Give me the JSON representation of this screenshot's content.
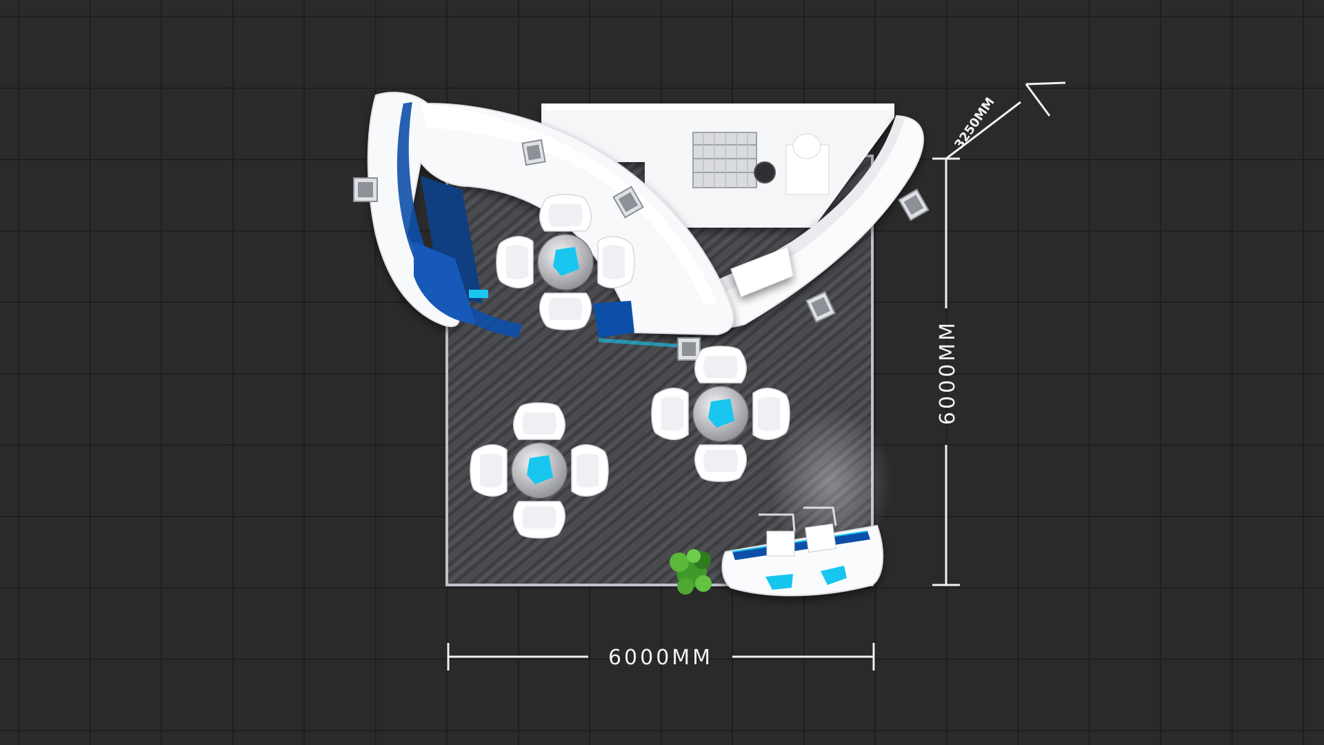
{
  "dimensions": {
    "width_label": "6000MM",
    "depth_label": "6000MM",
    "height_label": "3250MM"
  },
  "colors": {
    "background": "#2a2a2b",
    "grid_line": "#1b1b1c",
    "floor": "#4a4b4f",
    "wall_white": "#f7f8fa",
    "accent_blue": "#0d4fa8",
    "accent_cyan": "#19c6f0",
    "plant_green": "#3f9a2a"
  },
  "icons": {
    "plant": "potted-plant-icon",
    "monitor": "monitor-screen-icon",
    "chair": "chair-icon",
    "table": "round-table-icon"
  }
}
